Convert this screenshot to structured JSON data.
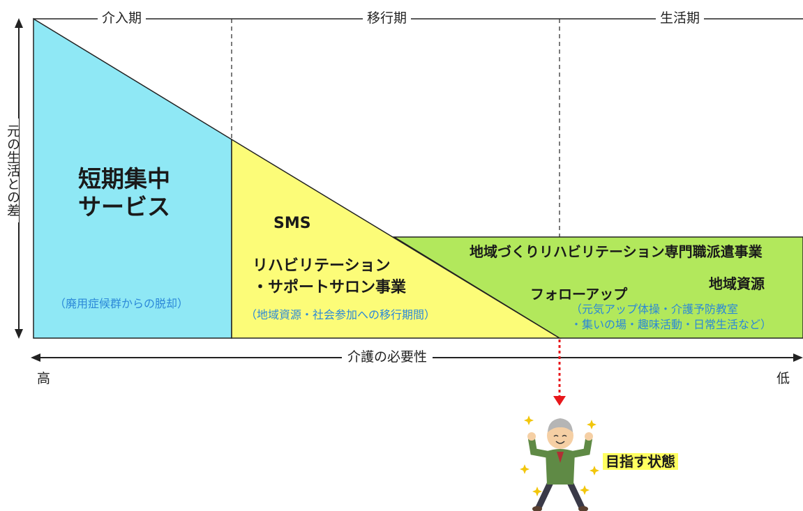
{
  "phases": {
    "intervention": "介入期",
    "transition": "移行期",
    "living": "生活期"
  },
  "y_axis_label": "元の生活との差",
  "x_axis": {
    "label": "介護の必要性",
    "left_end": "高",
    "right_end": "低"
  },
  "regions": {
    "short_term": {
      "line1": "短期集中",
      "line2": "サービス",
      "note": "（廃用症候群からの脱却）",
      "color": "#8fe8f5"
    },
    "sms": {
      "title": "SMS",
      "line1": "リハビリテーション",
      "line2": "・サポートサロン事業",
      "note": "（地域資源・社会参加への移行期間）",
      "color": "#fcfc78"
    },
    "community": {
      "title": "地域づくりリハビリテーション専門職派遣事業",
      "resources": "地域資源",
      "followup": "フォローアップ",
      "note1": "（元気アップ体操・介護予防教室",
      "note2": "・集いの場・趣味活動・日常生活など）",
      "color": "#b2e85c"
    }
  },
  "goal_label": "目指す状態",
  "colors": {
    "note_text": "#2b88d8",
    "arrow_red": "#e8171b",
    "highlight": "#ffff60"
  }
}
